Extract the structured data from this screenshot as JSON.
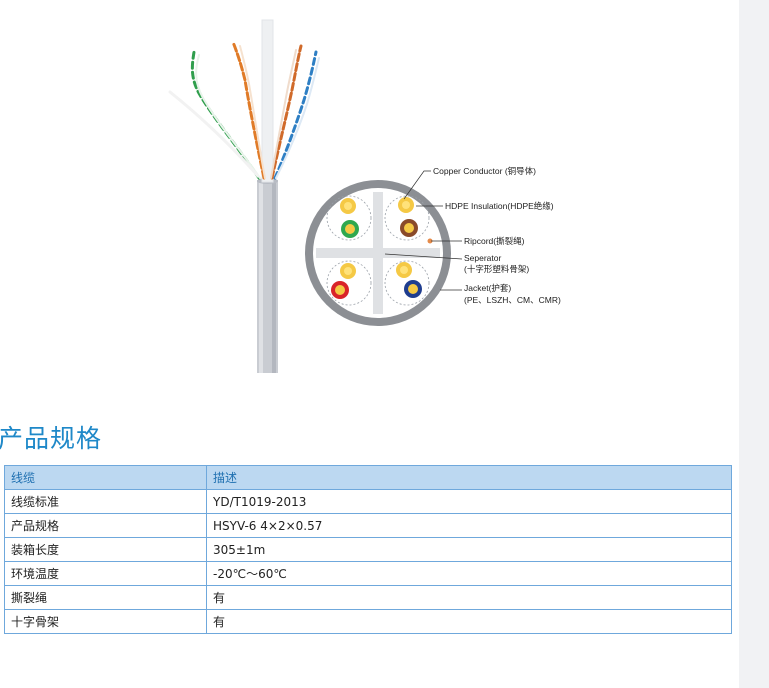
{
  "diagram": {
    "labels": {
      "copper": "Copper Conductor (铜导体)",
      "hdpe": "HDPE Insulation(HDPE绝缘)",
      "ripcord": "Ripcord(撕裂绳)",
      "separator_en": "Seperator",
      "separator_cn": "(十字形塑料骨架)",
      "jacket_en": "Jacket(护套)",
      "jacket_cn": "(PE、LSZH、CM、CMR)"
    }
  },
  "section_title": "产品规格",
  "table": {
    "headers": [
      "线缆",
      "描述"
    ],
    "rows": [
      [
        "线缆标准",
        "YD/T1019-2013"
      ],
      [
        "产品规格",
        "HSYV-6 4×2×0.57"
      ],
      [
        "装箱长度",
        "305±1m"
      ],
      [
        "环境温度",
        "-20℃～60℃"
      ],
      [
        "撕裂绳",
        "有"
      ],
      [
        "十字骨架",
        "有"
      ]
    ]
  }
}
